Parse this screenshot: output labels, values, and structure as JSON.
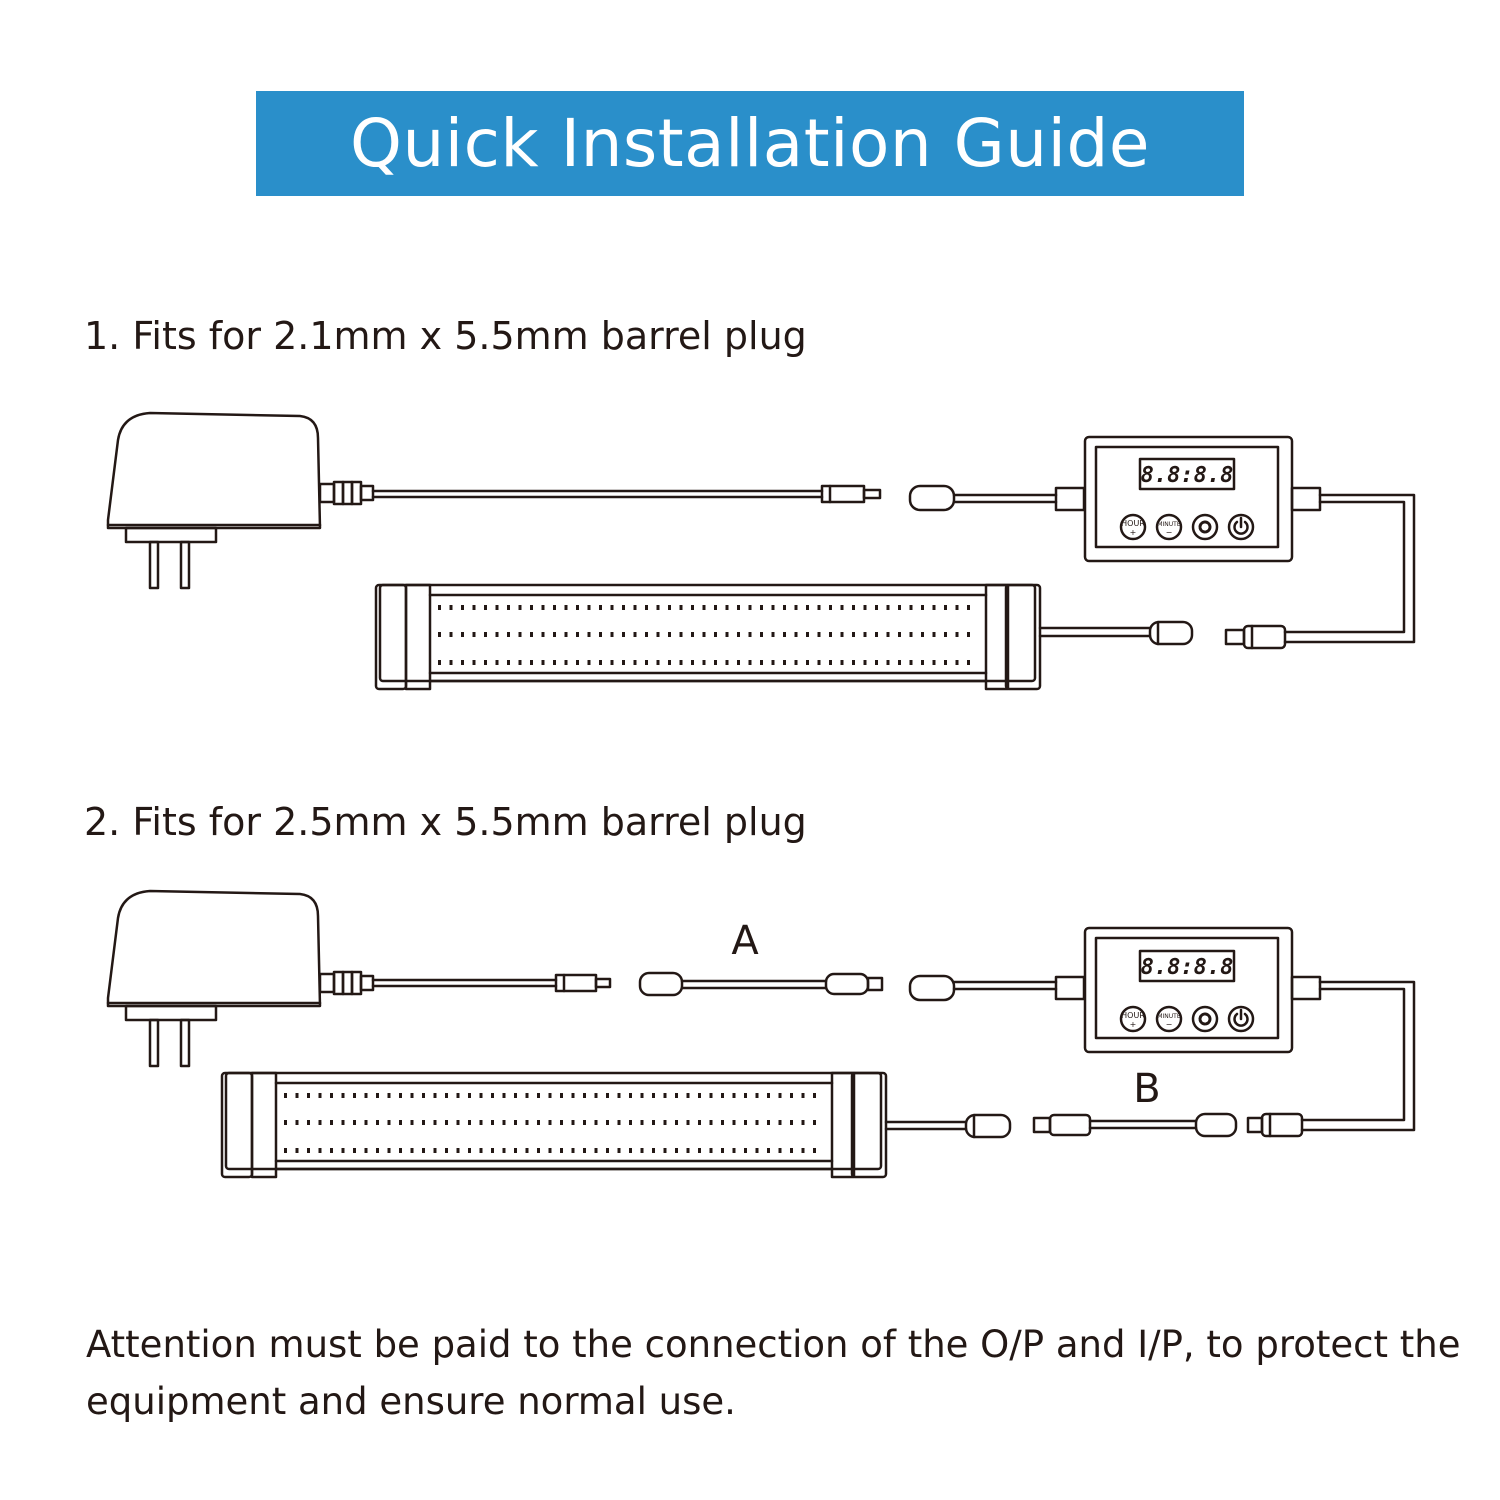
{
  "title": "Quick Installation Guide",
  "colors": {
    "banner": "#2a8fca",
    "line": "#231815"
  },
  "sections": [
    {
      "heading": "1. Fits for 2.1mm x 5.5mm barrel plug"
    },
    {
      "heading": "2. Fits for 2.5mm x 5.5mm barrel plug",
      "labels": {
        "a": "A",
        "b": "B"
      }
    }
  ],
  "controller": {
    "display": "8.8:8.8",
    "buttons": [
      {
        "top": "HOUR",
        "bottom": "+"
      },
      {
        "top": "MINUTE",
        "bottom": "−"
      },
      {
        "icon": "gear-icon"
      },
      {
        "icon": "power-icon"
      }
    ]
  },
  "note": "Attention must be paid to the connection of the O/P and I/P, to protect the equipment and ensure normal use."
}
